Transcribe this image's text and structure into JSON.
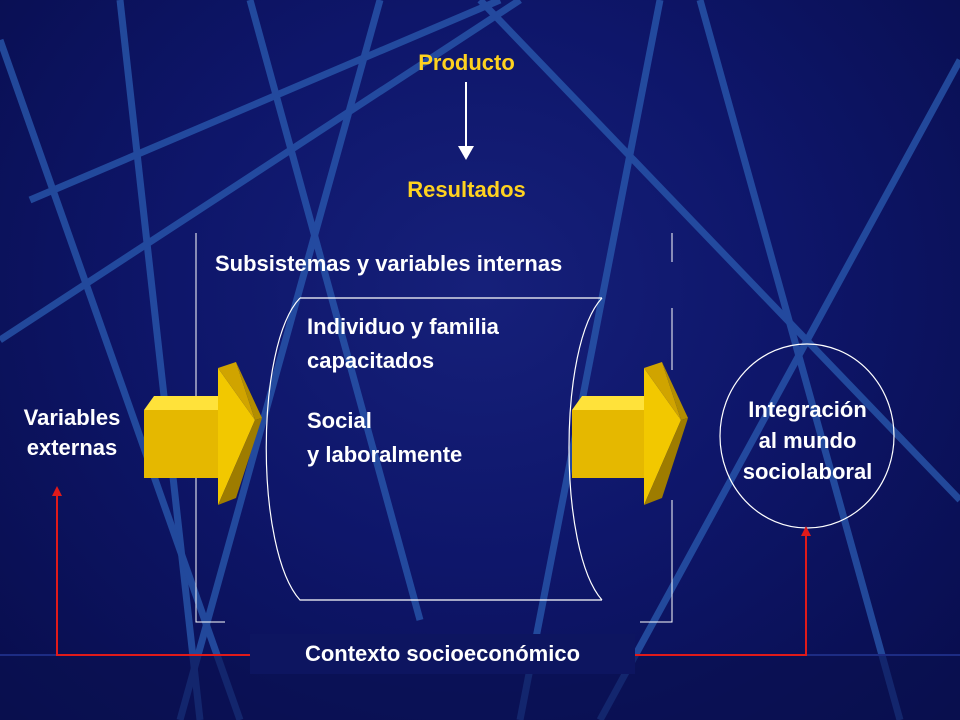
{
  "flow": {
    "product": "Producto",
    "results": "Resultados"
  },
  "subsystem": {
    "title": "Subsistemas y variables internas",
    "inner_lines": [
      "Individuo y familia",
      "capacitados",
      "Social",
      "y laboralmente"
    ]
  },
  "external_variables": {
    "line1": "Variables",
    "line2": "externas"
  },
  "integration": {
    "line1": "Integración",
    "line2": "al mundo",
    "line3": "sociolaboral"
  },
  "context": {
    "label": "Contexto socioeconómico"
  },
  "colors": {
    "background": "#0e166a",
    "title_text": "#ffd21f",
    "body_text": "#ffffff",
    "arrow_face": "#e5b800",
    "arrow_top": "#ffe23a",
    "feedback_line": "#e01a1a"
  }
}
